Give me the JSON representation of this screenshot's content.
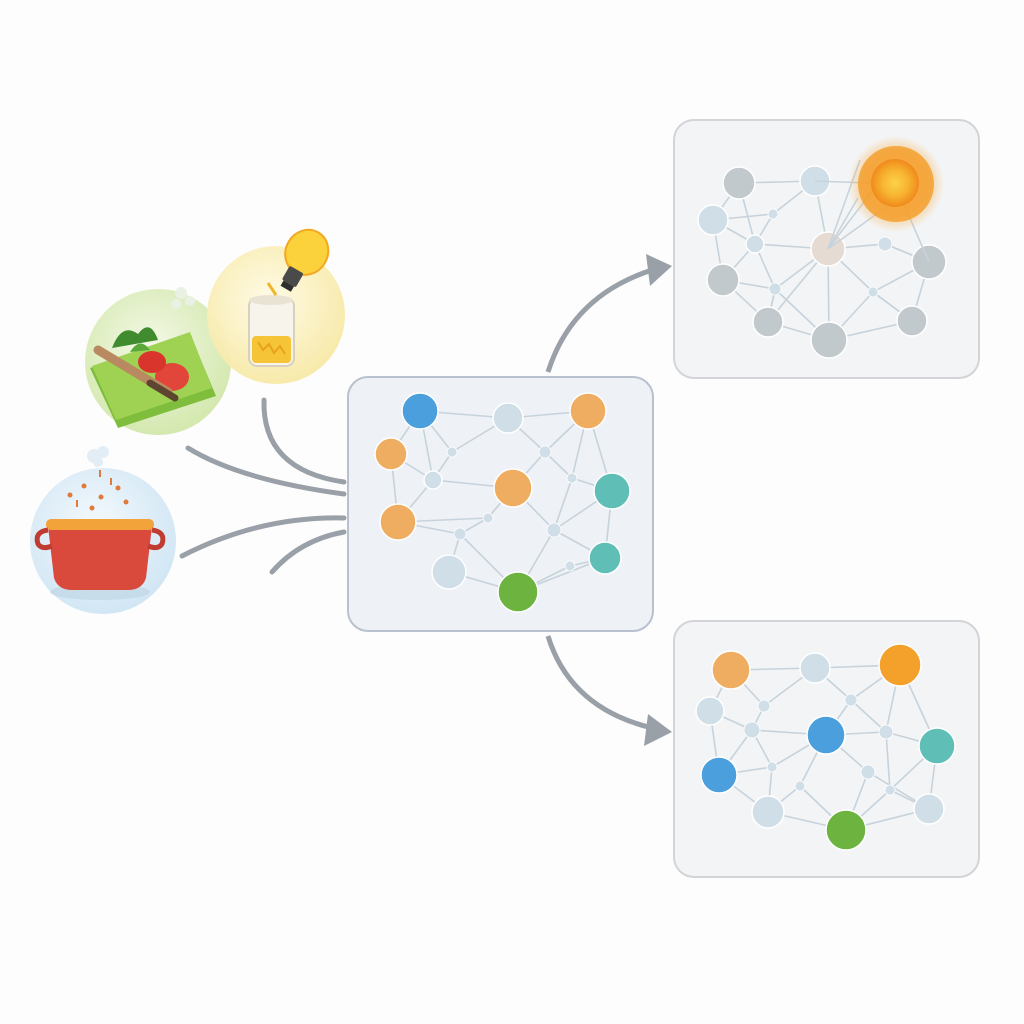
{
  "diagram": {
    "type": "knowledge-graph-flow",
    "colors": {
      "background": "#fdfdfd",
      "panel_fill": "#f3f4f6",
      "panel_stroke": "#d2d4d8",
      "center_panel_fill": "#eef1f6",
      "center_panel_stroke": "#b9c1cf",
      "edge": "#c7d3dc",
      "arrow": "#9aa0a8",
      "node_blue": "#4a9fdc",
      "node_orange": "#efad62",
      "node_teal": "#5fbfb7",
      "node_green": "#6db33f",
      "node_grey": "#c2c9cd",
      "node_light": "#cfdee7",
      "highlight": "#f5a22a"
    },
    "inputs": [
      {
        "id": "cutting-board",
        "icon": "cutting-board-vegetables-icon"
      },
      {
        "id": "lightbulb-jar",
        "icon": "lightbulb-jar-icon"
      },
      {
        "id": "cooking-pot",
        "icon": "steaming-pot-icon"
      }
    ],
    "graphs": [
      {
        "id": "central",
        "role": "merged knowledge graph"
      },
      {
        "id": "top-right",
        "role": "highlighted query result"
      },
      {
        "id": "bottom-right",
        "role": "colored output graph"
      }
    ]
  }
}
